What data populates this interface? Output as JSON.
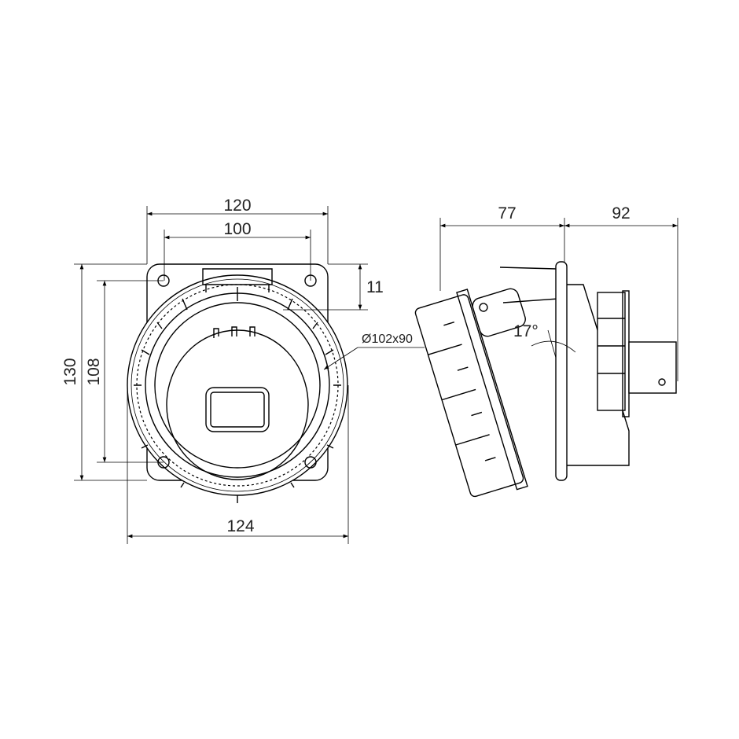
{
  "front_view": {
    "dim_width_outer": "120",
    "dim_hole_spacing_h": "100",
    "dim_top_offset": "11",
    "dim_cutout": "Ø102x90",
    "dim_height_outer": "130",
    "dim_hole_spacing_v": "108",
    "dim_overall_width": "124"
  },
  "side_view": {
    "dim_front_depth": "77",
    "dim_rear_depth": "92",
    "angle": "17°"
  },
  "colors": {
    "line": "#000000",
    "text": "#222222",
    "background": "#ffffff"
  }
}
